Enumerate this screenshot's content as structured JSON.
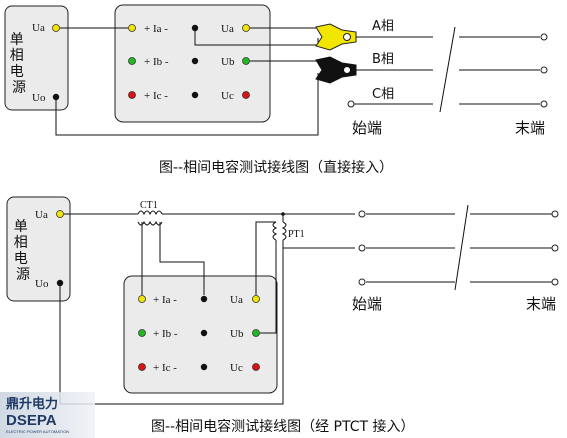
{
  "diagram1": {
    "source_label": [
      "单",
      "相",
      "电",
      "源"
    ],
    "source_ua": "Ua",
    "source_uo": "Uo",
    "inst_ia": "+ Ia -",
    "inst_ib": "+ Ib -",
    "inst_ic": "+ Ic -",
    "inst_ua": "Ua",
    "inst_ub": "Ub",
    "inst_uc": "Uc",
    "phase_a": "A相",
    "phase_b": "B相",
    "phase_c": "C相",
    "start_end": "始端",
    "far_end": "末端",
    "caption": "图--相间电容测试接线图（直接接入）"
  },
  "diagram2": {
    "source_label": [
      "单",
      "相",
      "电",
      "源"
    ],
    "source_ua": "Ua",
    "source_uo": "Uo",
    "ct_label": "CT1",
    "pt_label": "PT1",
    "inst_ia": "+ Ia -",
    "inst_ib": "+ Ib -",
    "inst_ic": "+ Ic -",
    "inst_ua": "Ua",
    "inst_ub": "Ub",
    "inst_uc": "Uc",
    "start_end": "始端",
    "far_end": "末端",
    "caption": "图--相间电容测试接线图（经 PTCT 接入）"
  },
  "watermark": {
    "line1": "鼎升电力",
    "line2": "DSEPA",
    "line3": "ELECTRIC POWER AUTOMATION"
  },
  "colors": {
    "yellow": "#f2e600",
    "green": "#22b822",
    "red": "#dd1111",
    "box_fill": "#ebebeb"
  }
}
